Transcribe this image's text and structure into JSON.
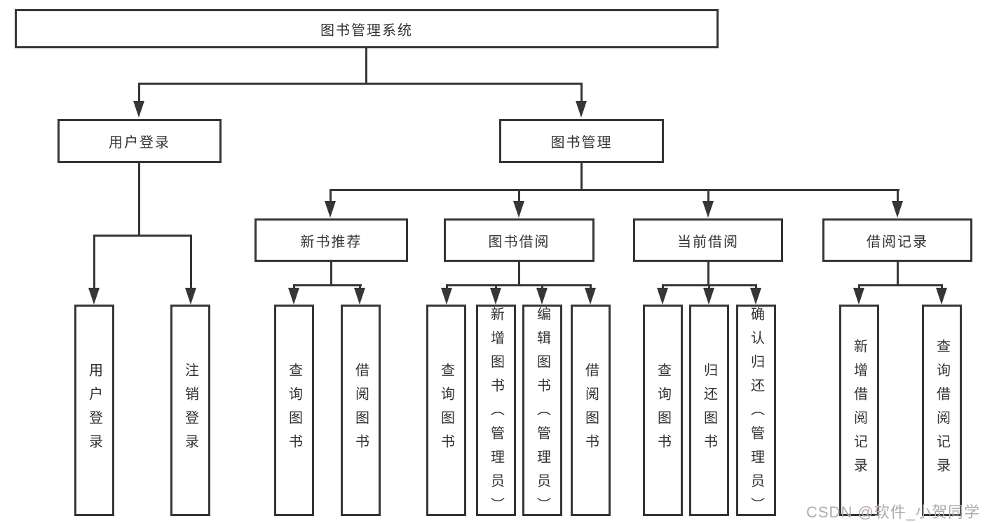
{
  "diagram": {
    "root": {
      "label": "图书管理系统"
    },
    "branches": [
      {
        "label": "用户登录",
        "children": [
          {
            "label": "用户登录"
          },
          {
            "label": "注销登录"
          }
        ]
      },
      {
        "label": "图书管理",
        "children": [
          {
            "label": "新书推荐",
            "children": [
              {
                "label": "查询图书"
              },
              {
                "label": "借阅图书"
              }
            ]
          },
          {
            "label": "图书借阅",
            "children": [
              {
                "label": "查询图书"
              },
              {
                "label": "新增图书（管理员）"
              },
              {
                "label": "编辑图书（管理员）"
              },
              {
                "label": "借阅图书"
              }
            ]
          },
          {
            "label": "当前借阅",
            "children": [
              {
                "label": "查询图书"
              },
              {
                "label": "归还图书"
              },
              {
                "label": "确认归还（管理员）"
              }
            ]
          },
          {
            "label": "借阅记录",
            "children": [
              {
                "label": "新增借阅记录"
              },
              {
                "label": "查询借阅记录"
              }
            ]
          }
        ]
      }
    ]
  },
  "watermark": "CSDN @软件_小贺同学",
  "colors": {
    "line": "#363636",
    "text": "#333333",
    "watermark": "#b5a8a8",
    "background": "#ffffff"
  }
}
